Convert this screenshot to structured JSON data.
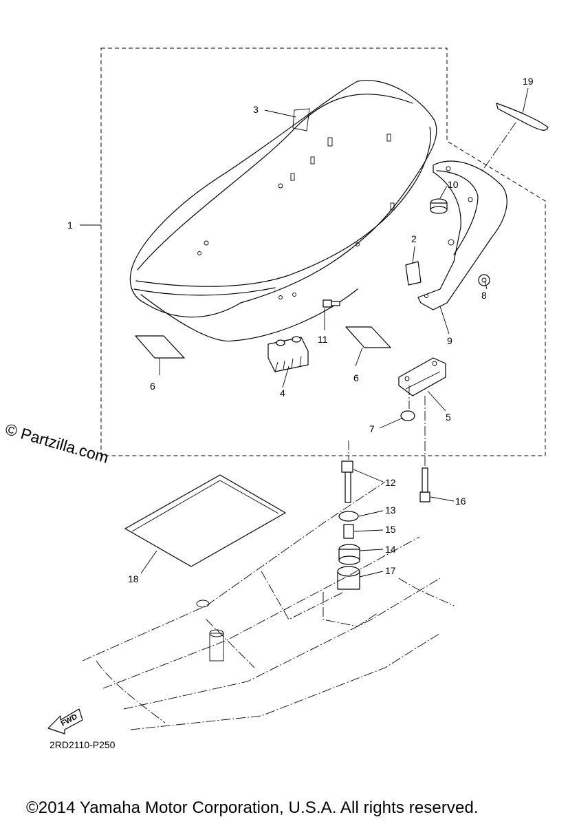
{
  "diagram": {
    "callouts": [
      {
        "id": "1"
      },
      {
        "id": "2"
      },
      {
        "id": "3"
      },
      {
        "id": "4"
      },
      {
        "id": "5"
      },
      {
        "id": "6"
      },
      {
        "id": "6b",
        "text": "6"
      },
      {
        "id": "7"
      },
      {
        "id": "8"
      },
      {
        "id": "9"
      },
      {
        "id": "10"
      },
      {
        "id": "11"
      },
      {
        "id": "12"
      },
      {
        "id": "13"
      },
      {
        "id": "14"
      },
      {
        "id": "15"
      },
      {
        "id": "16"
      },
      {
        "id": "17"
      },
      {
        "id": "18"
      },
      {
        "id": "19"
      }
    ],
    "fwd_label": "FWD",
    "figure_code": "2RD2110-P250",
    "watermark": "© Partzilla.com",
    "copyright": "©2014 Yamaha Motor Corporation, U.S.A. All rights reserved."
  }
}
